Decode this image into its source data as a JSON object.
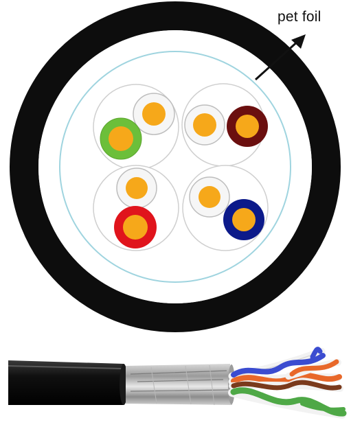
{
  "labels": {
    "foil": "pet foil"
  },
  "colors": {
    "jacket": "#0d0d0d",
    "foil_ring": "#9fd4df",
    "copper": "#f6a81a",
    "pair_green": "#6cbf3a",
    "pair_brown": "#6b0f0f",
    "pair_red": "#e0141c",
    "pair_blue": "#0c1a8a",
    "wire_white": "#f4f4f4",
    "pair_outline": "#c8c8c8"
  },
  "pairs": [
    {
      "name": "green-pair",
      "color": "pair_green"
    },
    {
      "name": "brown-pair",
      "color": "pair_brown"
    },
    {
      "name": "orange-red-pair",
      "color": "pair_red"
    },
    {
      "name": "blue-pair",
      "color": "pair_blue"
    }
  ]
}
